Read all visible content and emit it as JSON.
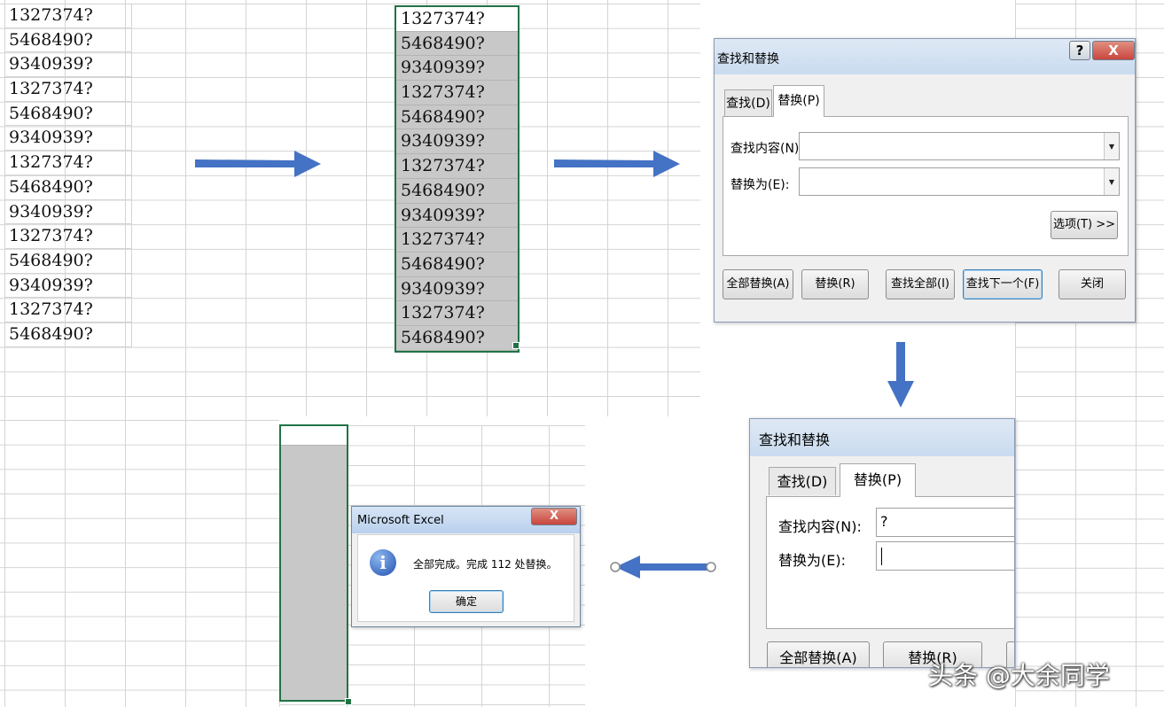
{
  "column_values": [
    "1327374?",
    "5468490?",
    "9340939?",
    "1327374?",
    "5468490?",
    "9340939?",
    "1327374?",
    "5468490?",
    "9340939?",
    "1327374?",
    "5468490?",
    "9340939?",
    "1327374?",
    "5468490?"
  ],
  "dialog1": {
    "title": "查找和替换",
    "help_btn": "?",
    "close_btn": "X",
    "tabs": [
      "查找(D)",
      "替换(P)"
    ],
    "find_label": "查找内容(N):",
    "find_value": "",
    "replace_label": "替换为(E):",
    "replace_value": "",
    "options_btn": "选项(T) >>",
    "buttons": [
      "全部替换(A)",
      "替换(R)",
      "查找全部(I)",
      "查找下一个(F)",
      "关闭"
    ]
  },
  "dialog2": {
    "title": "查找和替换",
    "tabs": [
      "查找(D)",
      "替换(P)"
    ],
    "find_label": "查找内容(N):",
    "find_value": "?",
    "replace_label": "替换为(E):",
    "replace_value": "",
    "buttons": [
      "全部替换(A)",
      "替换(R)"
    ]
  },
  "msgbox": {
    "title": "Microsoft Excel",
    "close_btn": "X",
    "message": "全部完成。完成 112 处替换。",
    "ok_btn": "确定",
    "icon_glyph": "i"
  },
  "watermark": "头条 @大余同学",
  "colors": {
    "arrow": "#4472c4",
    "selection_border": "#217346",
    "selected_fill": "#c8c8c8",
    "close_red": "#c9463d"
  }
}
